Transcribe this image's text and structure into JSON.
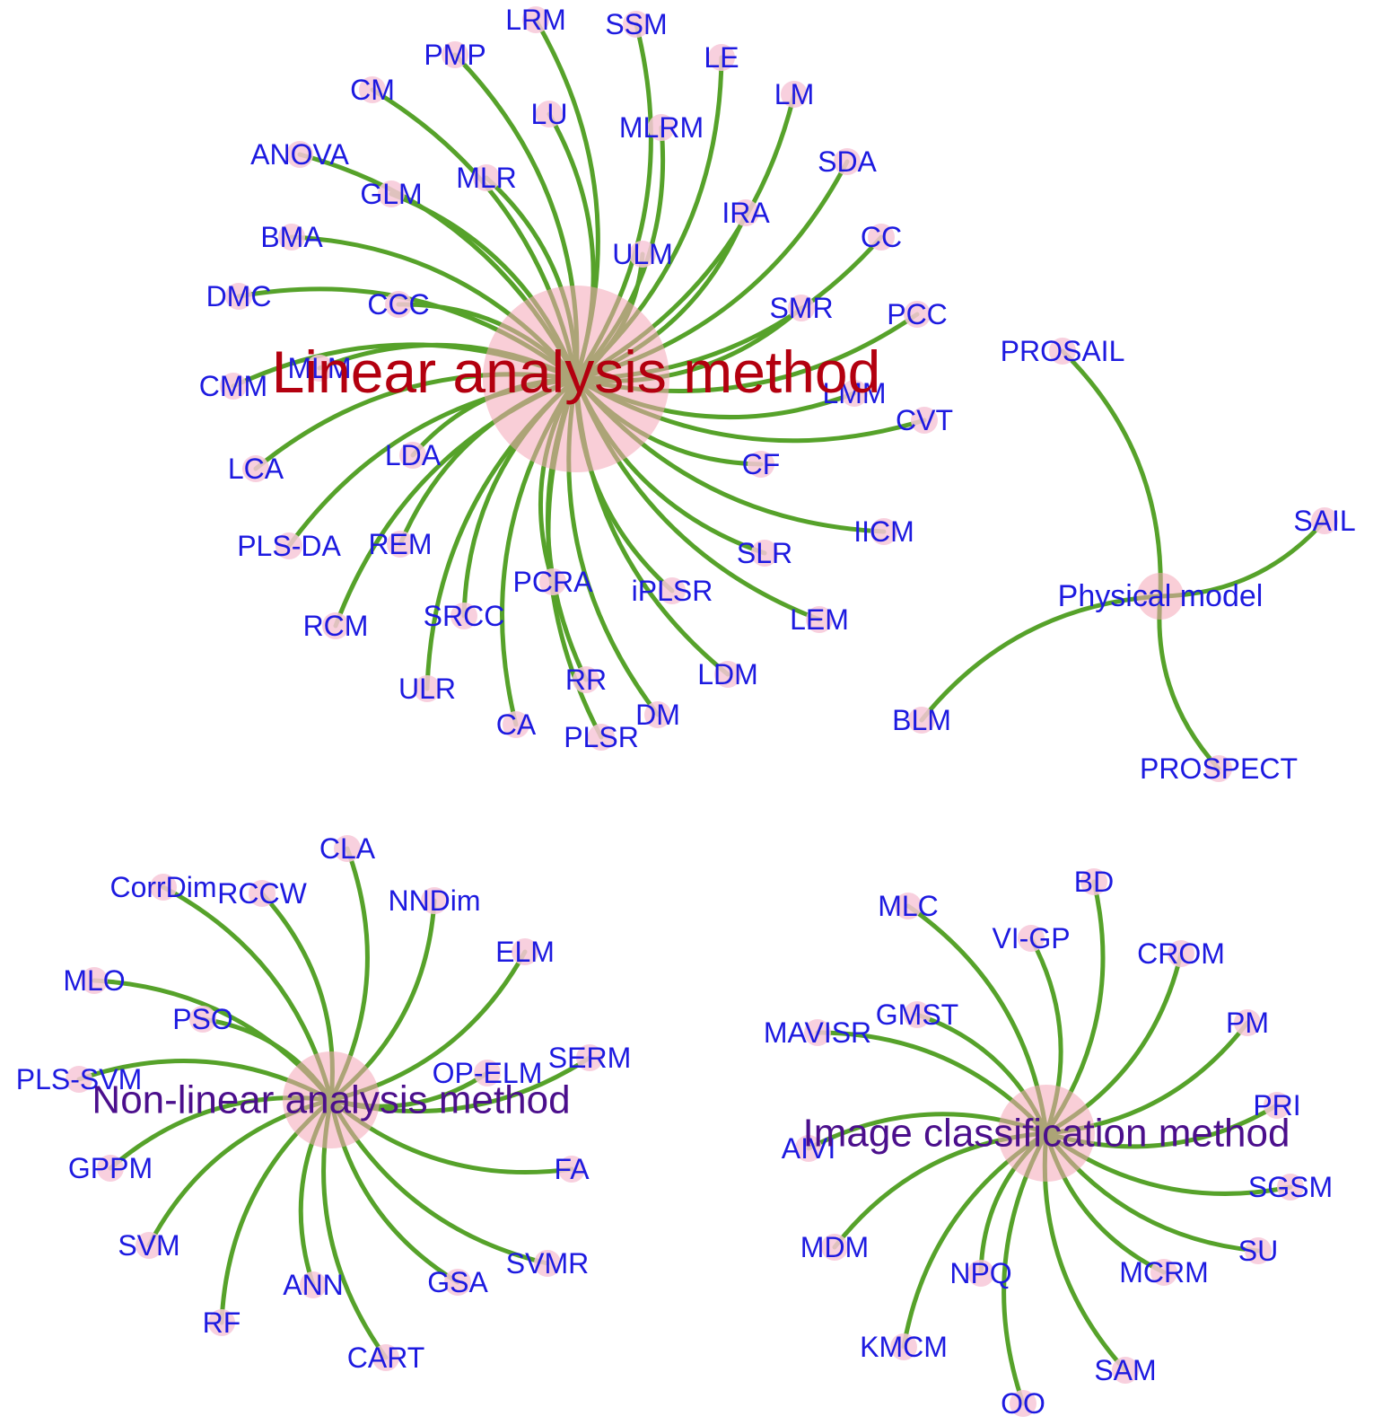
{
  "colors": {
    "edge": "#56a22a",
    "leaf_dot": "#f7c8d8",
    "hub_disc": "#f4a6b6",
    "leaf_text": "#1d1ae0",
    "linear_hub_text": "#b3000f",
    "nonlinear_hub_text": "#4b0f8c",
    "image_hub_text": "#4b0f8c",
    "physical_hub_text": "#1d1ae0"
  },
  "clusters": [
    {
      "id": "linear",
      "hub": "Linear analysis method",
      "leaves": [
        "LRM",
        "SSM",
        "LE",
        "PMP",
        "CM",
        "LU",
        "LM",
        "MLRM",
        "ANOVA",
        "SDA",
        "GLM",
        "MLR",
        "IRA",
        "BMA",
        "CC",
        "ULM",
        "DMC",
        "CCC",
        "SMR",
        "PCC",
        "MLM",
        "CMM",
        "LMM",
        "CVT",
        "LDA",
        "CF",
        "LCA",
        "IICM",
        "PLS-DA",
        "REM",
        "SLR",
        "PCRA",
        "iPLSR",
        "RCM",
        "SRCC",
        "LEM",
        "LDM",
        "RR",
        "ULR",
        "DM",
        "CA",
        "PLSR"
      ]
    },
    {
      "id": "physical",
      "hub": "Physical model",
      "leaves": [
        "PROSAIL",
        "SAIL",
        "BLM",
        "PROSPECT"
      ]
    },
    {
      "id": "nonlinear",
      "hub": "Non-linear analysis method",
      "leaves": [
        "CLA",
        "CorrDim",
        "RCCW",
        "NNDim",
        "ELM",
        "MLO",
        "PSO",
        "SERM",
        "OP-ELM",
        "PLS-SVM",
        "FA",
        "GPPM",
        "SVMR",
        "SVM",
        "GSA",
        "ANN",
        "RF",
        "CART"
      ]
    },
    {
      "id": "image",
      "hub": "Image classification method",
      "leaves": [
        "BD",
        "MLC",
        "VI-GP",
        "CROM",
        "GMST",
        "PM",
        "MAVISR",
        "PRI",
        "AIVI",
        "SGSM",
        "SU",
        "MDM",
        "NPQ",
        "MCRM",
        "KMCM",
        "SAM",
        "OO"
      ]
    }
  ]
}
